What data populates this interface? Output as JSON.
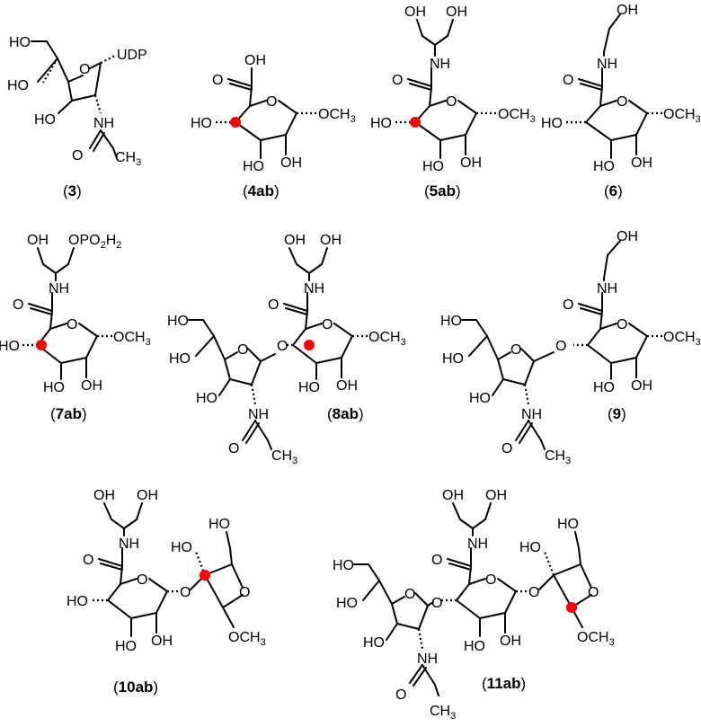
{
  "compounds": [
    {
      "id": "3",
      "labels": {
        "oh1": "HO",
        "oh2": "HO",
        "oh3": "HO",
        "ring_o": "O",
        "udp": "UDP",
        "nh": "NH",
        "co": "O",
        "me": "CH",
        "me_sub": "3"
      }
    },
    {
      "id": "4ab",
      "labels": {
        "oh_top": "OH",
        "o_co": "O",
        "ring_o": "O",
        "ho_left": "HO",
        "ome": "OCH",
        "ome_sub": "3",
        "ho_b1": "HO",
        "oh_b2": "OH"
      }
    },
    {
      "id": "5ab",
      "labels": {
        "oh_a": "OH",
        "oh_b": "OH",
        "nh": "NH",
        "o_co": "O",
        "ring_o": "O",
        "ho_left": "HO",
        "ome": "OCH",
        "ome_sub": "3",
        "ho_b1": "HO",
        "oh_b2": "OH"
      }
    },
    {
      "id": "6",
      "labels": {
        "oh_a": "OH",
        "nh": "NH",
        "o_co": "O",
        "ring_o": "O",
        "ho_left": "HO",
        "ome": "OCH",
        "ome_sub": "3",
        "ho_b1": "HO",
        "oh_b2": "OH"
      }
    },
    {
      "id": "7ab",
      "labels": {
        "oh_a": "OH",
        "opo": "OPO",
        "opo_sub": "2",
        "opo_h": "H",
        "opo_h_sub": "2",
        "nh": "NH",
        "o_co": "O",
        "ring_o": "O",
        "ho_left": "HO",
        "ome": "OCH",
        "ome_sub": "3",
        "ho_b1": "HO",
        "oh_b2": "OH"
      }
    },
    {
      "id": "8ab",
      "labels": {
        "oh_a": "OH",
        "oh_b": "OH",
        "nh": "NH",
        "o_co": "O",
        "ring_o": "O",
        "ome": "OCH",
        "ome_sub": "3",
        "ho_b1": "HO",
        "oh_b2": "OH",
        "f_ho1": "HO",
        "f_ho2": "HO",
        "f_o": "O",
        "link_o": "O",
        "f_ho3": "HO",
        "f_nh": "NH",
        "f_co": "O",
        "f_me": "CH",
        "f_me_sub": "3"
      }
    },
    {
      "id": "9",
      "labels": {
        "oh_a": "OH",
        "nh": "NH",
        "o_co": "O",
        "ring_o": "O",
        "ome": "OCH",
        "ome_sub": "3",
        "ho_b1": "HO",
        "oh_b2": "OH",
        "f_ho1": "HO",
        "f_ho2": "HO",
        "f_o": "O",
        "link_o": "O",
        "f_ho3": "HO",
        "f_nh": "NH",
        "f_co": "O",
        "f_me": "CH",
        "f_me_sub": "3"
      }
    },
    {
      "id": "10ab",
      "labels": {
        "oh_a": "OH",
        "oh_b": "OH",
        "nh": "NH",
        "o_co": "O",
        "ring_o": "O",
        "ho_left": "HO",
        "link_o": "O",
        "ho_b1": "HO",
        "oh_b2": "OH",
        "r_oh": "HO",
        "r_ho": "HO",
        "r_o": "O",
        "r_ome": "OCH",
        "r_ome_sub": "3"
      }
    },
    {
      "id": "11ab",
      "labels": {
        "oh_a": "OH",
        "oh_b": "OH",
        "nh": "NH",
        "o_co": "O",
        "ring_o": "O",
        "ho_b1": "HO",
        "oh_b2": "OH",
        "f_ho1": "HO",
        "f_ho2": "HO",
        "f_o": "O",
        "link_o1": "O",
        "f_ho3": "HO",
        "f_nh": "NH",
        "f_co": "O",
        "f_me": "CH",
        "f_me_sub": "3",
        "link_o2": "O",
        "r_oh": "HO",
        "r_ho": "HO",
        "r_o": "O",
        "r_ome": "OCH",
        "r_ome_sub": "3"
      }
    }
  ],
  "captions": {
    "c3": {
      "open": "(",
      "id": "3",
      "close": ")"
    },
    "c4": {
      "open": "(",
      "id": "4ab",
      "close": ")"
    },
    "c5": {
      "open": "(",
      "id": "5ab",
      "close": ")"
    },
    "c6": {
      "open": "(",
      "id": "6",
      "close": ")"
    },
    "c7": {
      "open": "(",
      "id": "7ab",
      "close": ")"
    },
    "c8": {
      "open": "(",
      "id": "8ab",
      "close": ")"
    },
    "c9": {
      "open": "(",
      "id": "9",
      "close": ")"
    },
    "c10": {
      "open": "(",
      "id": "10ab",
      "close": ")"
    },
    "c11": {
      "open": "(",
      "id": "11ab",
      "close": ")"
    }
  },
  "colors": {
    "stereocenter_marker": "#ff0000",
    "ink": "#000000"
  }
}
